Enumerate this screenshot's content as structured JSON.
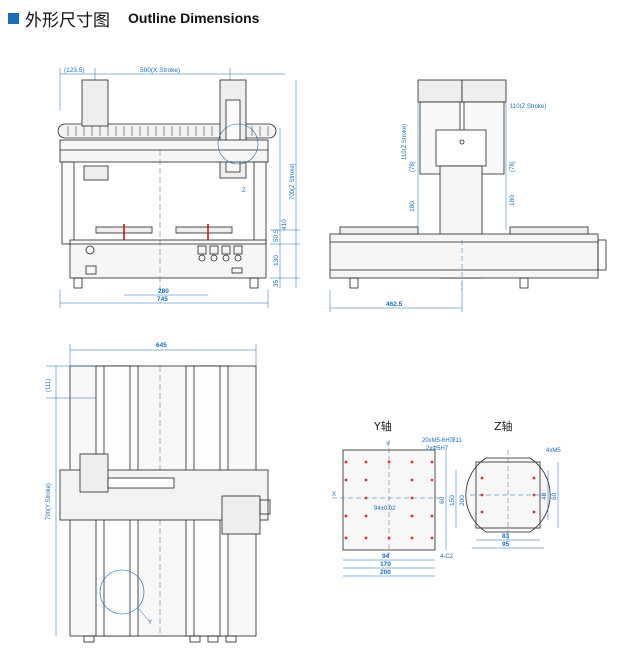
{
  "header": {
    "title_cn": "外形尺寸图",
    "title_en": "Outline Dimensions"
  },
  "front_view": {
    "dim_top_left": "(123.5)",
    "dim_stroke_x": "500(X Stroke)",
    "dim_right_700": "700(Z Stroke)",
    "dim_410": "410",
    "dim_50_5": "50.5",
    "dim_130": "130",
    "dim_35": "35",
    "dim_280": "280",
    "dim_745": "745",
    "z_label": "Z"
  },
  "side_view": {
    "dim_110_stroke": "110(Z Stroke)",
    "dim_110_left": "110(Z Stroke)",
    "dim_78_left": "(78)",
    "dim_78_right": "(78)",
    "dim_180_left": "180",
    "dim_180_right": "180",
    "dim_462_5": "462.5"
  },
  "top_view": {
    "dim_645": "645",
    "dim_111": "(111)",
    "dim_700_y": "700(Y Stroke)",
    "y_label": "Y"
  },
  "y_axis_plate": {
    "title": "Y轴",
    "axis_y": "Y",
    "axis_x": "X",
    "note_tapped": "20xM5-6H深11",
    "note_pin": "2xΦ5H7",
    "dim_94_tol": "94±0.02",
    "dim_60": "60",
    "dim_150": "150",
    "dim_200_v": "200",
    "dim_94": "94",
    "dim_170": "170",
    "dim_200_h": "200",
    "note_chamfer": "4-C2"
  },
  "z_axis_plate": {
    "title": "Z轴",
    "note_holes": "4xM5",
    "dim_40": "40",
    "dim_60": "60",
    "dim_83": "83",
    "dim_95": "95"
  }
}
